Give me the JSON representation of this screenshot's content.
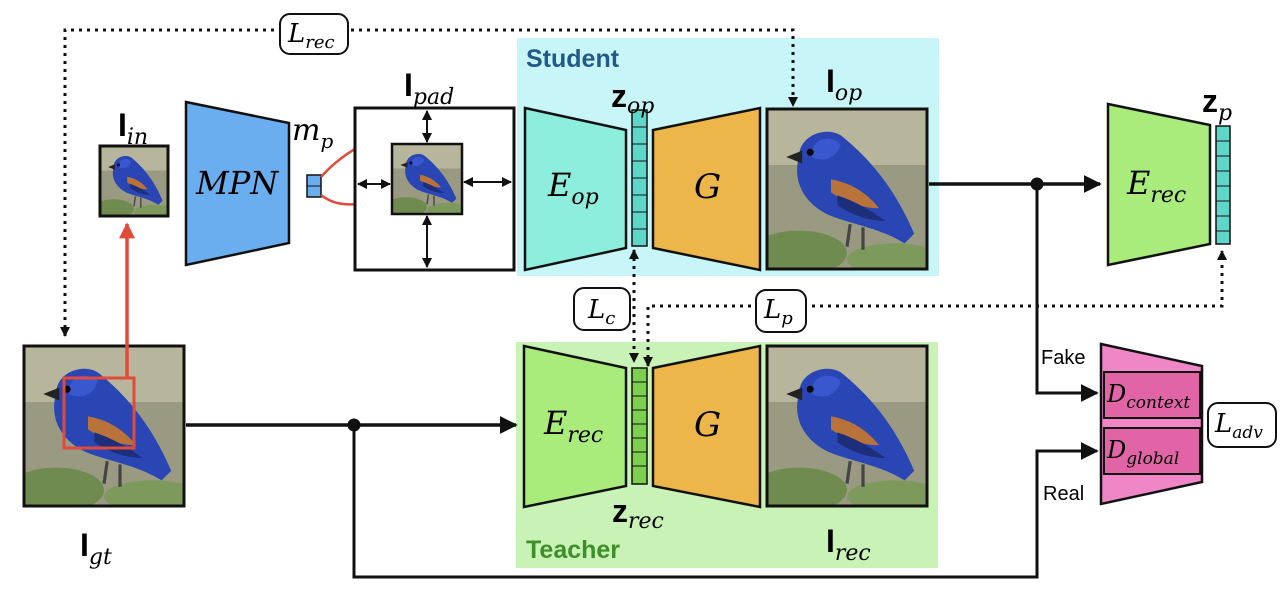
{
  "colors": {
    "student_bg": "#c8f6f8",
    "teacher_bg": "#c9f3b6",
    "student_label": "#1f5a8a",
    "teacher_label": "#3e8f2a",
    "mpn_fill": "#6aaef0",
    "encoder_op_fill": "#8eeedd",
    "encoder_rec_fill": "#a9ec7c",
    "generator_fill": "#edb64a",
    "disc_fill": "#ef86c6",
    "disc_inner_fill": "#e064a6",
    "crop_box": "#e04b3a",
    "latent_op_fill": "#5ed6c9",
    "latent_rec_fill": "#7cd04f"
  },
  "labels": {
    "student": "Student",
    "teacher": "Teacher",
    "mpn": "MPN",
    "g_top": "G",
    "g_bottom": "G",
    "fake": "Fake",
    "real": "Real",
    "i_in": {
      "base": "I",
      "sub": "in"
    },
    "i_gt": {
      "base": "I",
      "sub": "gt"
    },
    "i_pad": {
      "base": "I",
      "sub": "pad"
    },
    "i_op": {
      "base": "I",
      "sub": "op"
    },
    "i_rec": {
      "base": "I",
      "sub": "rec"
    },
    "m_p": {
      "base": "m",
      "sub": "p"
    },
    "z_op": {
      "base": "z",
      "sub": "op"
    },
    "z_rec": {
      "base": "z",
      "sub": "rec"
    },
    "z_p": {
      "base": "z",
      "sub": "p"
    },
    "e_op": {
      "base": "E",
      "sub": "op"
    },
    "e_rec_teacher": {
      "base": "E",
      "sub": "rec"
    },
    "e_rec_right": {
      "base": "E",
      "sub": "rec"
    },
    "d_context": {
      "base": "D",
      "sub": "context"
    },
    "d_global": {
      "base": "D",
      "sub": "global"
    },
    "loss_rec": {
      "base": "L",
      "sub": "rec"
    },
    "loss_c": {
      "base": "L",
      "sub": "c"
    },
    "loss_p": {
      "base": "L",
      "sub": "p"
    },
    "loss_adv": {
      "base": "L",
      "sub": "adv"
    }
  }
}
